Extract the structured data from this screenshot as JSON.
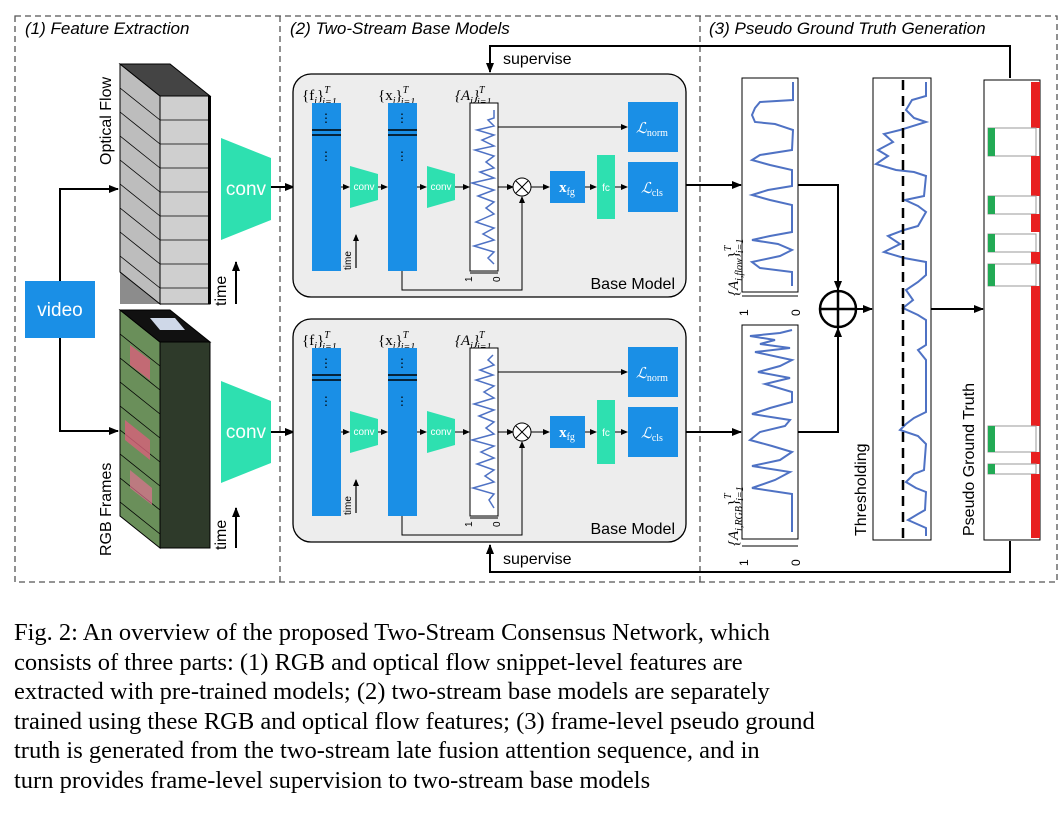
{
  "sections": {
    "s1": "(1) Feature Extraction",
    "s2": "(2) Two-Stream Base Models",
    "s3": "(3) Pseudo Ground Truth Generation"
  },
  "labels": {
    "optical_flow": "Optical Flow",
    "rgb_frames": "RGB Frames",
    "video": "video",
    "conv": "conv",
    "time": "time",
    "supervise": "supervise",
    "base_model": "Base Model",
    "thresholding": "Thresholding",
    "pseudo_ground_truth": "Pseudo Ground Truth",
    "dots": "⋮",
    "one": "1",
    "zero": "0"
  },
  "math": {
    "f_seq": "{f",
    "f_sub": "i",
    "x_seq": "{x",
    "x_sub": "i",
    "a_seq": "{A",
    "a_sub": "i",
    "T": "T",
    "i1": "i=1",
    "x_fg": "x",
    "fg": "fg",
    "fc": "fc",
    "l_norm": "ℒ",
    "norm": "norm",
    "l_cls": "ℒ",
    "cls": "cls",
    "a_flow": "{A",
    "a_flow_sub": "i,flow",
    "a_rgb": "{A",
    "a_rgb_sub": "i,RGB"
  },
  "colors": {
    "blue": "#1a8fe6",
    "teal": "#2ee0b0",
    "green": "#22aa55",
    "red": "#e82020",
    "curve": "#4f72c4"
  },
  "caption": [
    "Fig. 2: An overview of the proposed Two-Stream Consensus Network, which",
    "consists of three parts: (1) RGB and optical flow snippet-level features are",
    "extracted with pre-trained models; (2) two-stream base models are separately",
    "trained using these RGB and optical flow features; (3) frame-level pseudo ground",
    "truth is generated from the two-stream late fusion attention sequence, and in",
    "turn provides frame-level supervision to two-stream base models"
  ]
}
